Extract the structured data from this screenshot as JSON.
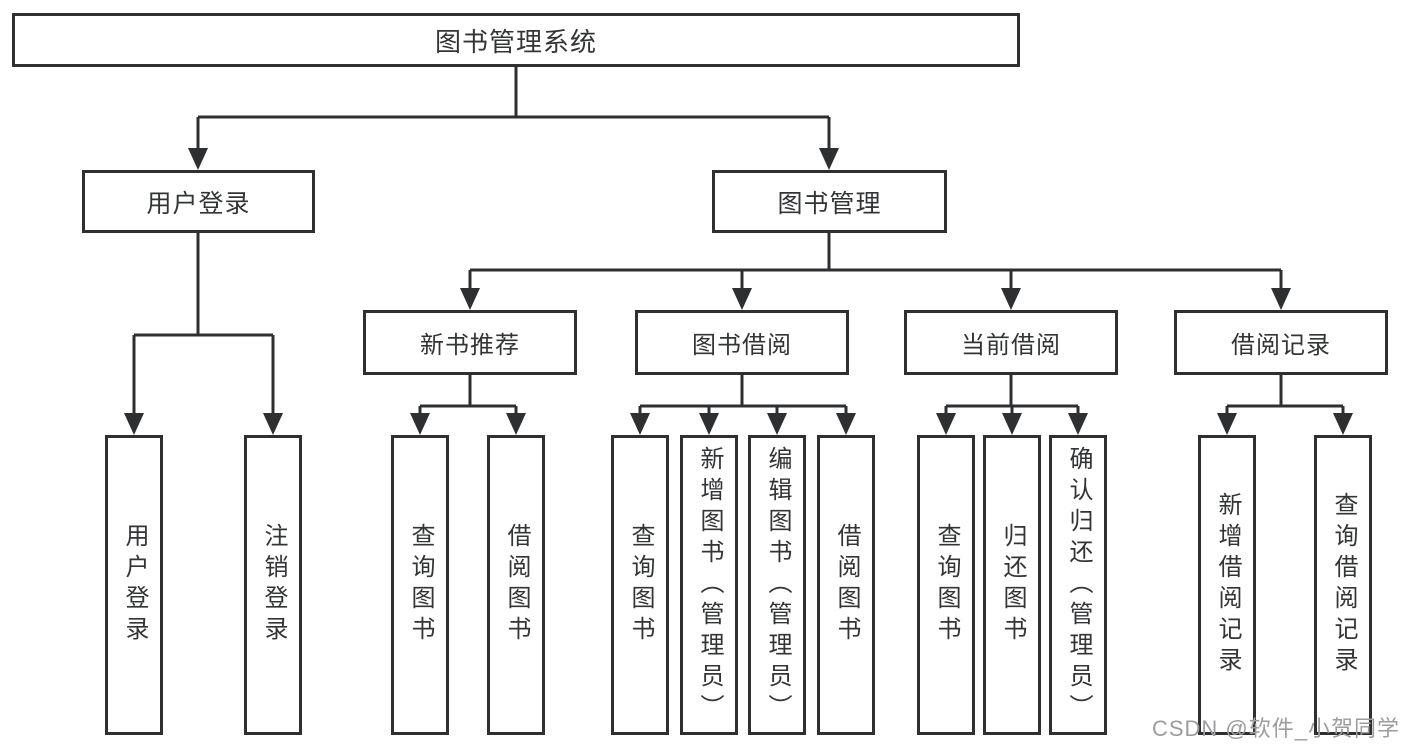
{
  "tree": {
    "label": "图书管理系统",
    "children": [
      {
        "label": "用户登录",
        "children": [
          {
            "label": "用户登录"
          },
          {
            "label": "注销登录"
          }
        ]
      },
      {
        "label": "图书管理",
        "children": [
          {
            "label": "新书推荐",
            "children": [
              {
                "label": "查询图书"
              },
              {
                "label": "借阅图书"
              }
            ]
          },
          {
            "label": "图书借阅",
            "children": [
              {
                "label": "查询图书"
              },
              {
                "label": "新增图书（管理员）"
              },
              {
                "label": "编辑图书（管理员）"
              },
              {
                "label": "借阅图书"
              }
            ]
          },
          {
            "label": "当前借阅",
            "children": [
              {
                "label": "查询图书"
              },
              {
                "label": "归还图书"
              },
              {
                "label": "确认归还（管理员）"
              }
            ]
          },
          {
            "label": "借阅记录",
            "children": [
              {
                "label": "新增借阅记录"
              },
              {
                "label": "查询借阅记录"
              }
            ]
          }
        ]
      }
    ]
  },
  "watermark": {
    "text": "CSDN @软件_小贺同学"
  },
  "colors": {
    "line": "#2e2f31",
    "text": "#333436",
    "watermark": "#9c9c9e",
    "background": "#ffffff"
  }
}
